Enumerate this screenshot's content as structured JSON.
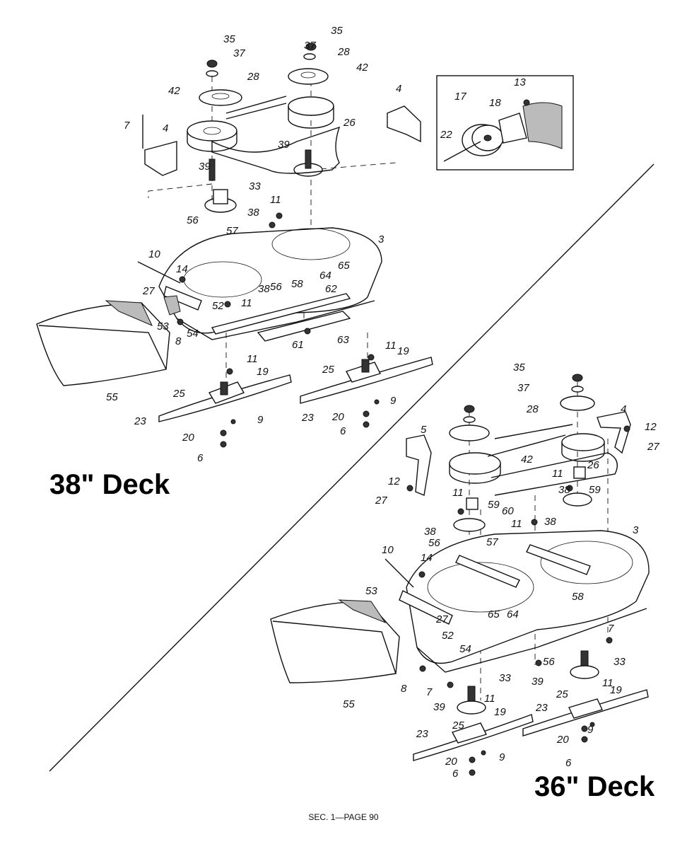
{
  "deck_38": {
    "title": "38\" Deck",
    "labels": [
      "35",
      "37",
      "28",
      "42",
      "7",
      "4",
      "39",
      "33",
      "56",
      "57",
      "10",
      "14",
      "27",
      "53",
      "8",
      "54",
      "52",
      "38",
      "11",
      "56",
      "58",
      "64",
      "65",
      "62",
      "3",
      "61",
      "63",
      "55",
      "11",
      "19",
      "25",
      "23",
      "20",
      "6",
      "9",
      "35",
      "37",
      "28",
      "42",
      "26",
      "4",
      "39",
      "11",
      "38",
      "11",
      "19",
      "25",
      "23",
      "20",
      "6",
      "9"
    ]
  },
  "inset": {
    "labels": [
      "13",
      "17",
      "18",
      "22"
    ]
  },
  "deck_36": {
    "title": "36\" Deck",
    "labels": [
      "35",
      "37",
      "28",
      "4",
      "12",
      "27",
      "5",
      "42",
      "26",
      "12",
      "27",
      "11",
      "38",
      "59",
      "11",
      "59",
      "38",
      "60",
      "11",
      "38",
      "10",
      "56",
      "57",
      "3",
      "14",
      "53",
      "27",
      "52",
      "65",
      "64",
      "58",
      "54",
      "7",
      "8",
      "56",
      "33",
      "39",
      "11",
      "19",
      "25",
      "7",
      "33",
      "39",
      "11",
      "19",
      "25",
      "23",
      "9",
      "20",
      "6",
      "23",
      "20",
      "9",
      "6",
      "55"
    ]
  },
  "footer": "SEC. 1—PAGE 90"
}
